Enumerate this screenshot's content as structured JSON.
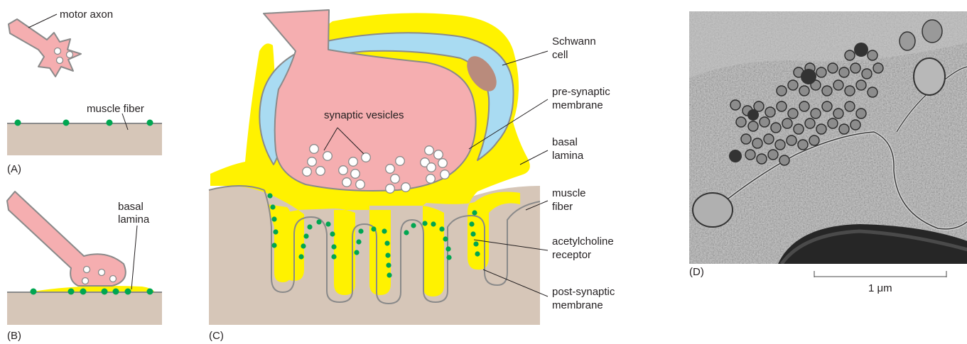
{
  "colors": {
    "axon": "#f5aeb0",
    "outline": "#8a8a8a",
    "muscle": "#d6c6b8",
    "basal_lamina": "#fff200",
    "schwann": "#a9dbf2",
    "nucleus": "#b98b7c",
    "receptor": "#00a651",
    "vesicle_fill": "#ffffff"
  },
  "panel_a": {
    "label": "(A)",
    "motor_axon": "motor axon",
    "muscle_fiber": "muscle fiber"
  },
  "panel_b": {
    "label": "(B)",
    "basal_lamina": "basal\nlamina"
  },
  "panel_c": {
    "label": "(C)",
    "synaptic_vesicles": "synaptic vesicles",
    "schwann_cell": "Schwann\ncell",
    "presynaptic_membrane": "pre-synaptic\nmembrane",
    "basal_lamina": "basal\nlamina",
    "muscle_fiber": "muscle\nfiber",
    "acetylcholine_receptor": "acetylcholine\nreceptor",
    "postsynaptic_membrane": "post-synaptic\nmembrane"
  },
  "panel_d": {
    "label": "(D)",
    "scale_bar": "1 μm"
  }
}
